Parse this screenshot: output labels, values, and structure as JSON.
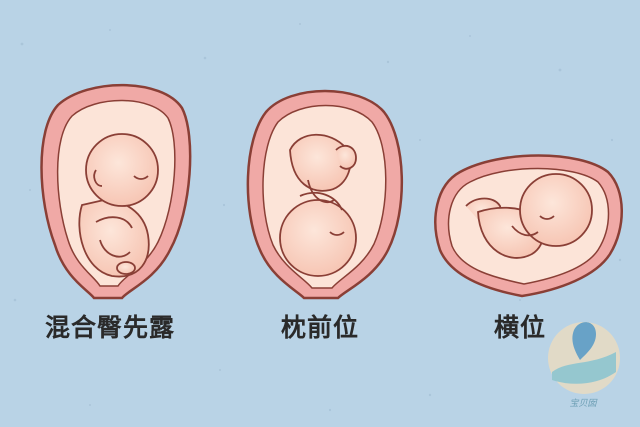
{
  "diagram": {
    "panels": [
      {
        "id": "mixed-breech",
        "label": "混合臀先露"
      },
      {
        "id": "occiput",
        "label": "枕前位"
      },
      {
        "id": "transverse",
        "label": "横位"
      }
    ]
  },
  "watermark": {
    "text": "宝贝囡"
  },
  "colors": {
    "background": "#b9d3e6",
    "uterus_outer": "#f0a9a6",
    "uterus_inner": "#fce4d8",
    "outline": "#8a3f36",
    "skin": "#fbd6c6",
    "text": "#2a2a2a"
  }
}
